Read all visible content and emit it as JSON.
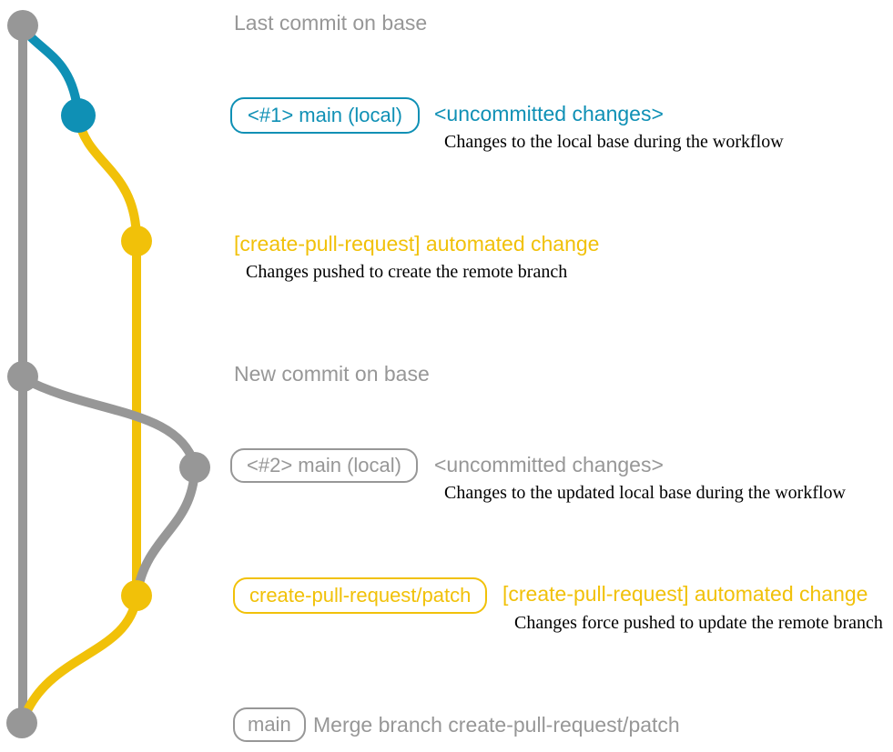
{
  "colors": {
    "gray": "#979797",
    "teal": "#0f90b5",
    "yellow": "#f1c109",
    "note": "#000000",
    "background": "#ffffff"
  },
  "diagram": {
    "row1": {
      "label": "Last commit on base"
    },
    "row2": {
      "badge": "<#1> main (local)",
      "status": "<uncommitted changes>",
      "note": "Changes to the local base during the workflow"
    },
    "row3": {
      "label": "[create-pull-request] automated change",
      "note": "Changes pushed to create the remote branch"
    },
    "row4": {
      "label": "New commit on base"
    },
    "row5": {
      "badge": "<#2> main (local)",
      "status": "<uncommitted changes>",
      "note": "Changes to the updated local base during the workflow"
    },
    "row6": {
      "badge": "create-pull-request/patch",
      "label": "[create-pull-request] automated change",
      "note": "Changes force pushed to update the remote branch"
    },
    "row7": {
      "badge": "main",
      "label": "Merge branch create-pull-request/patch"
    }
  }
}
